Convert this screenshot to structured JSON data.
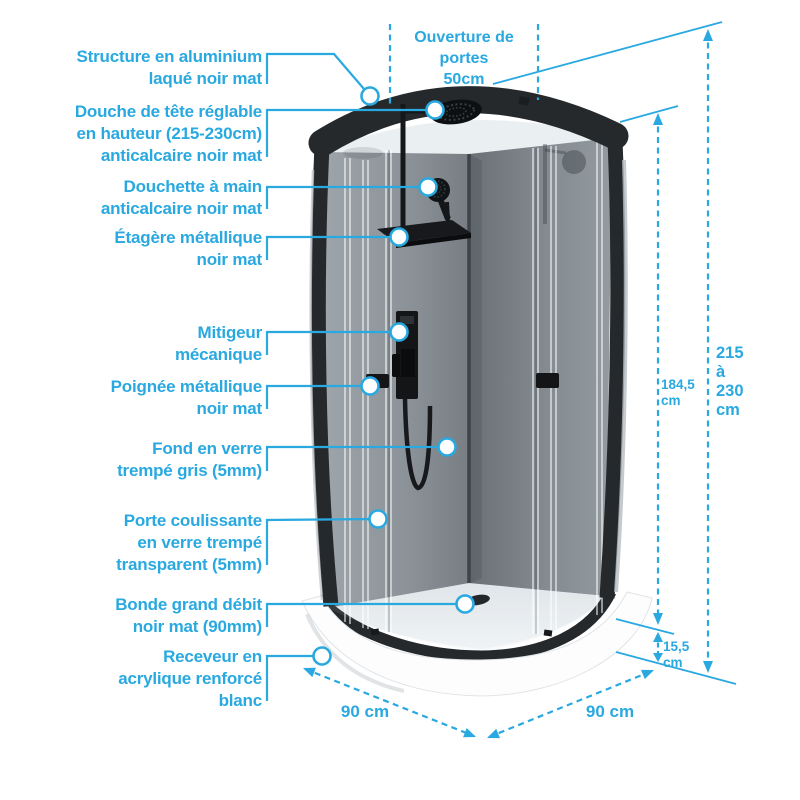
{
  "product": "Cabine de douche",
  "colors": {
    "accent": "#29a9e0",
    "frame_black": "#26292c",
    "glass_gray": "#82888d",
    "tray_white": "#ffffff"
  },
  "features": [
    {
      "id": "structure",
      "text": "Structure en aluminium\nlaqué noir mat"
    },
    {
      "id": "douche-tete",
      "text": "Douche de tête réglable\nen hauteur (215-230cm)\nanticalcaire noir mat"
    },
    {
      "id": "douchette",
      "text": "Douchette à main\nanticalcaire noir mat"
    },
    {
      "id": "etagere",
      "text": "Étagère métallique\nnoir mat"
    },
    {
      "id": "mitigeur",
      "text": "Mitigeur\nmécanique"
    },
    {
      "id": "poignee",
      "text": "Poignée métallique\nnoir mat"
    },
    {
      "id": "fond",
      "text": "Fond en verre\ntrempé gris (5mm)"
    },
    {
      "id": "porte",
      "text": "Porte coulissante\nen verre trempé\ntransparent (5mm)"
    },
    {
      "id": "bonde",
      "text": "Bonde grand débit\nnoir mat (90mm)"
    },
    {
      "id": "receveur",
      "text": "Receveur en\nacrylique renforcé\nblanc"
    }
  ],
  "dimensions": {
    "door_opening": "Ouverture de portes\n50cm",
    "height_range": "215\nà\n230\ncm",
    "inner_height": "184,5\ncm",
    "tray_height": "15,5\ncm",
    "width_left": "90 cm",
    "width_right": "90 cm"
  }
}
